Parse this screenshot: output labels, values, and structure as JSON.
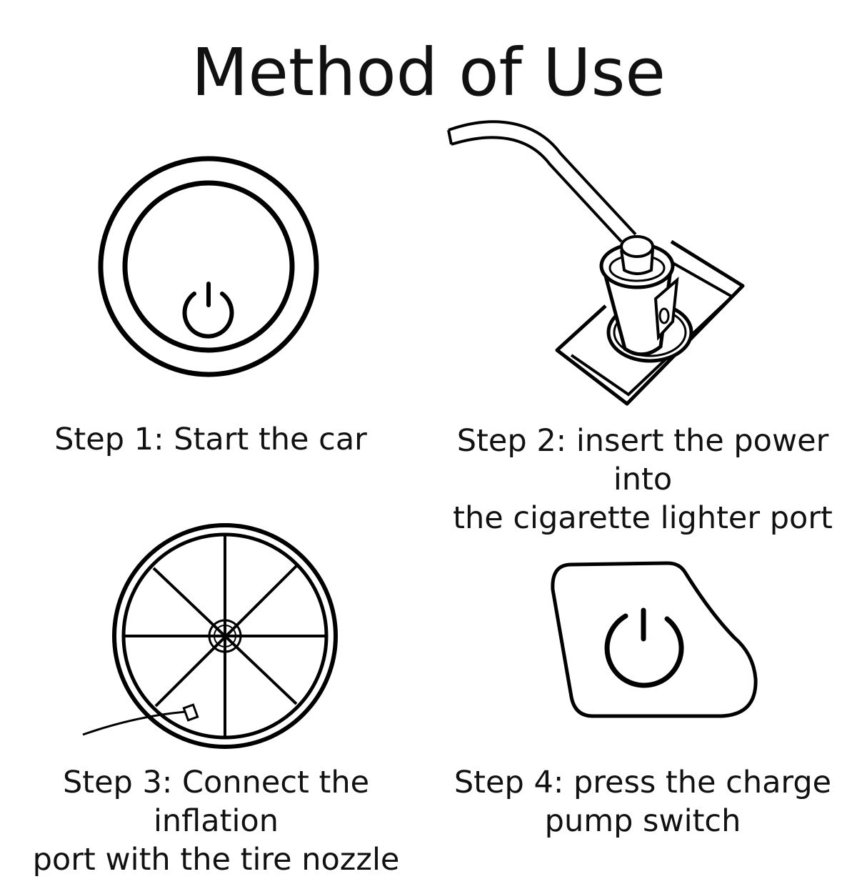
{
  "title": "Method of Use",
  "steps": [
    {
      "label": "Step 1: Start the car",
      "line1": "Step 1: Start the car",
      "icon": "power-button-icon"
    },
    {
      "label": "Step 2: insert the power into the cigarette lighter port",
      "line1": "Step 2: insert the power into",
      "line2": "the cigarette lighter port",
      "icon": "cigarette-lighter-plug-icon"
    },
    {
      "label": "Step 3: Connect the inflation port with the tire nozzle",
      "line1": "Step 3: Connect the inflation",
      "line2": "port with the tire nozzle",
      "icon": "wheel-with-hose-icon"
    },
    {
      "label": "Step 4: press the charge pump switch",
      "line1": "Step 4: press the charge",
      "line2": "pump switch",
      "icon": "pump-switch-icon"
    }
  ],
  "colors": {
    "line": "#000000",
    "background": "#ffffff"
  }
}
